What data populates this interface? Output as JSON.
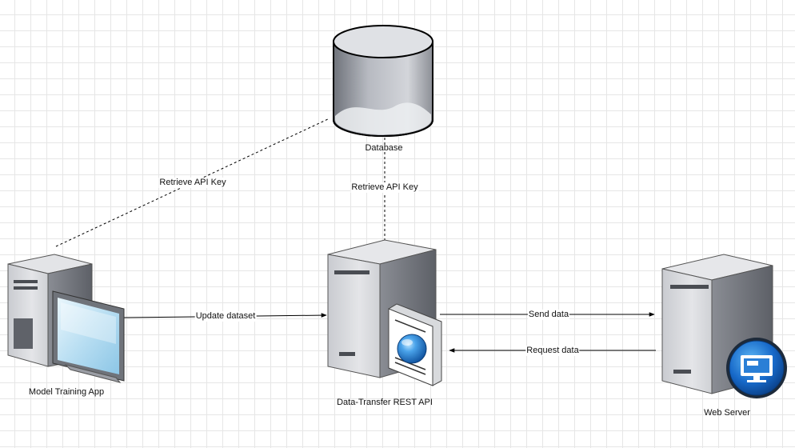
{
  "nodes": {
    "database": {
      "label": "Database",
      "icon": "database-icon"
    },
    "model_training_app": {
      "label": "Model Training App",
      "icon": "workstation-icon"
    },
    "rest_api": {
      "label": "Data-Transfer REST API",
      "icon": "web-service-server-icon"
    },
    "web_server": {
      "label": "Web Server",
      "icon": "web-server-icon"
    }
  },
  "edges": {
    "app_to_db": {
      "label": "Retrieve API Key",
      "style": "dashed"
    },
    "api_to_db": {
      "label": "Retrieve API Key",
      "style": "dashed"
    },
    "update": {
      "label": "Update dataset"
    },
    "send": {
      "label": "Send data"
    },
    "request": {
      "label": "Request data"
    }
  },
  "colors": {
    "line": "#000000",
    "server_light": "#e8e9ec",
    "server_dark": "#7e8188",
    "screen": "#bfe3f5",
    "globe": "#2a86d8"
  }
}
